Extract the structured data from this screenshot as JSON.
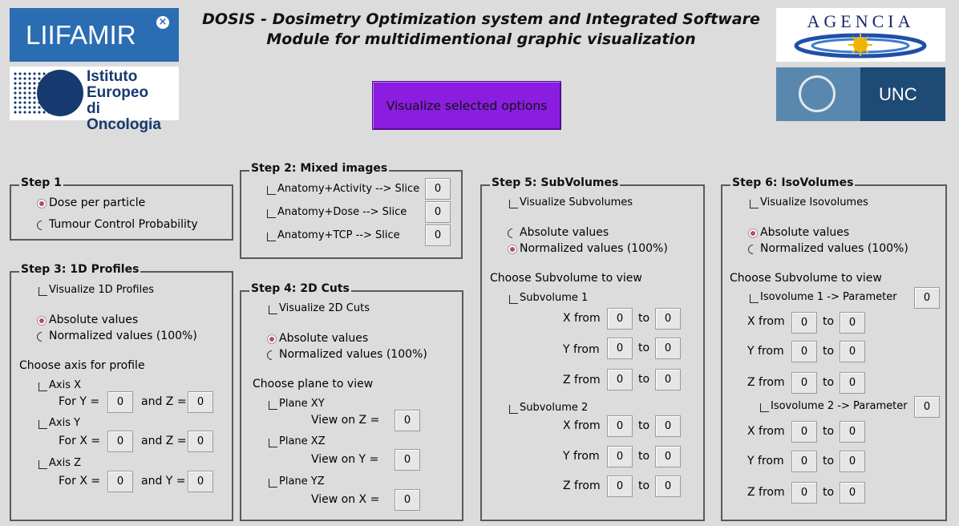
{
  "header": {
    "title_line1": "DOSIS - Dosimetry Optimization system and Integrated Software",
    "title_line2": "Module for multidimentional graphic visualization"
  },
  "logos": {
    "liifamir": "LIIFAMIR",
    "ieo_line1": "Istituto",
    "ieo_line2": "Europeo",
    "ieo_line3": "di Oncologia",
    "agencia": "AGENCIA",
    "unc": "UNC"
  },
  "colors": {
    "button": "#8a1de0",
    "background": "#dcdcdc",
    "radio_selected": "#c1446a"
  },
  "visualize_button": "Visualize selected options",
  "step1": {
    "title": "Step 1",
    "opt1": "Dose per particle",
    "opt2": "Tumour Control Probability",
    "selected": "Dose per particle"
  },
  "step2": {
    "title": "Step 2: Mixed images",
    "row1": "Anatomy+Activity --> Slice",
    "row2": "Anatomy+Dose --> Slice",
    "row3": "Anatomy+TCP --> Slice",
    "v1": "0",
    "v2": "0",
    "v3": "0"
  },
  "step3": {
    "title": "Step 3: 1D Profiles",
    "visualize": "Visualize 1D Profiles",
    "abs": "Absolute values",
    "norm": "Normalized values (100%)",
    "choose": "Choose axis for profile",
    "axisx": "Axis X",
    "axisy": "Axis Y",
    "axisz": "Axis Z",
    "fory": "For Y =",
    "forx": "For X =",
    "andz": "and Z =",
    "andy": "and Y =",
    "v": [
      "0",
      "0",
      "0",
      "0",
      "0",
      "0"
    ]
  },
  "step4": {
    "title": "Step 4: 2D Cuts",
    "visualize": "Visualize 2D Cuts",
    "abs": "Absolute values",
    "norm": "Normalized values (100%)",
    "choose": "Choose plane to view",
    "xy": "Plane XY",
    "xz": "Plane XZ",
    "yz": "Plane YZ",
    "viewz": "View on Z =",
    "viewy": "View on Y =",
    "viewx": "View on X =",
    "v": [
      "0",
      "0",
      "0"
    ]
  },
  "step5": {
    "title": "Step 5: SubVolumes",
    "visualize": "Visualize Subvolumes",
    "abs": "Absolute values",
    "norm": "Normalized values (100%)",
    "choose": "Choose Subvolume to view",
    "sub1": "Subvolume 1",
    "sub2": "Subvolume 2",
    "xfrom": "X from",
    "yfrom": "Y from",
    "zfrom": "Z from",
    "to": "to",
    "v": [
      "0",
      "0",
      "0",
      "0",
      "0",
      "0",
      "0",
      "0",
      "0",
      "0",
      "0",
      "0"
    ]
  },
  "step6": {
    "title": "Step 6: IsoVolumes",
    "visualize": "Visualize Isovolumes",
    "abs": "Absolute values",
    "norm": "Normalized values (100%)",
    "choose": "Choose Subvolume to view",
    "iso1": "Isovolume 1 -> Parameter",
    "iso2": "Isovolume 2 -> Parameter",
    "xfrom": "X from",
    "yfrom": "Y from",
    "zfrom": "Z from",
    "to": "to",
    "p1": "0",
    "p2": "0",
    "v": [
      "0",
      "0",
      "0",
      "0",
      "0",
      "0",
      "0",
      "0",
      "0",
      "0",
      "0",
      "0"
    ]
  }
}
